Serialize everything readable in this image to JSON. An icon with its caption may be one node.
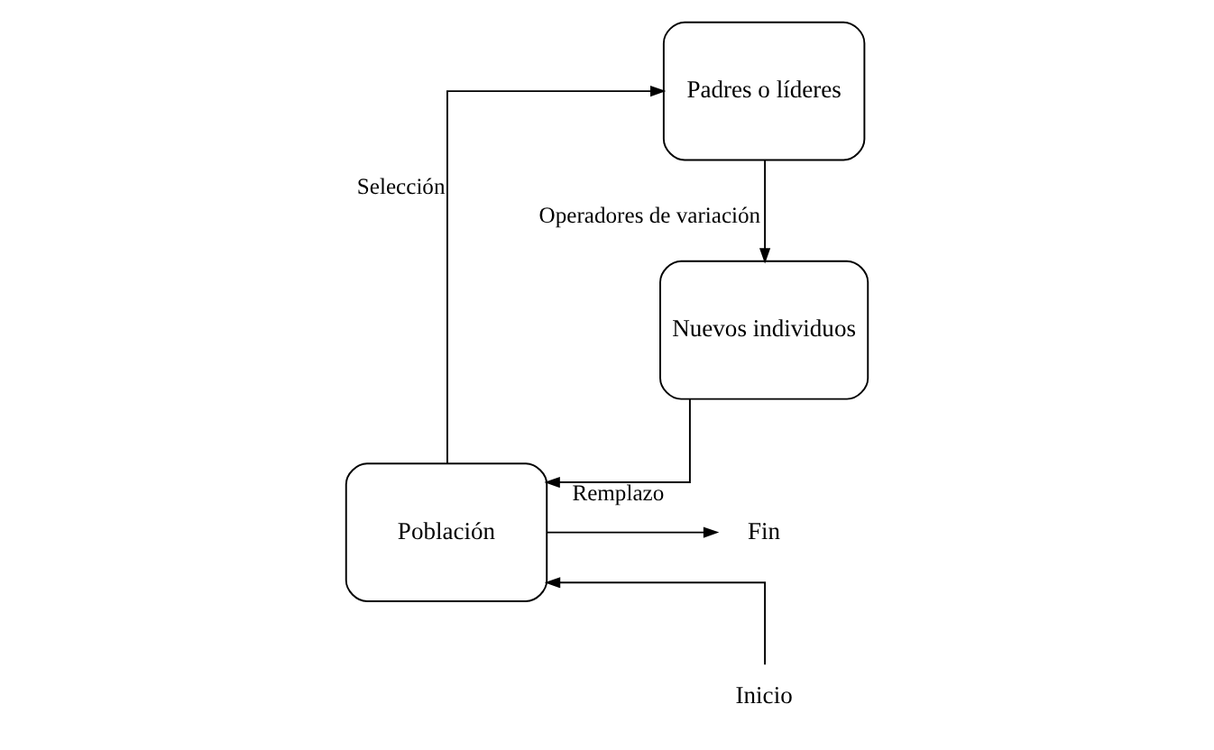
{
  "diagram": {
    "nodes": [
      {
        "text": [
          "Población"
        ]
      },
      {
        "text": [
          "Padres o líderes"
        ]
      },
      {
        "text": [
          "Nuevos individuos"
        ]
      },
      {
        "text": [
          "Inicio"
        ]
      },
      {
        "text": [
          "Fin"
        ]
      }
    ],
    "edges": [
      {
        "from": 3,
        "to": 0,
        "arrow": "to"
      },
      {
        "from": 0,
        "to": 4,
        "arrow": "to"
      },
      {
        "from": 0,
        "to": 1,
        "arrow": "to",
        "label": "Selección"
      },
      {
        "from": 1,
        "to": 2,
        "arrow": "to",
        "label": "Operadores de variación"
      },
      {
        "from": 2,
        "to": 0,
        "arrow": "to",
        "label": "Remplazo"
      }
    ]
  }
}
